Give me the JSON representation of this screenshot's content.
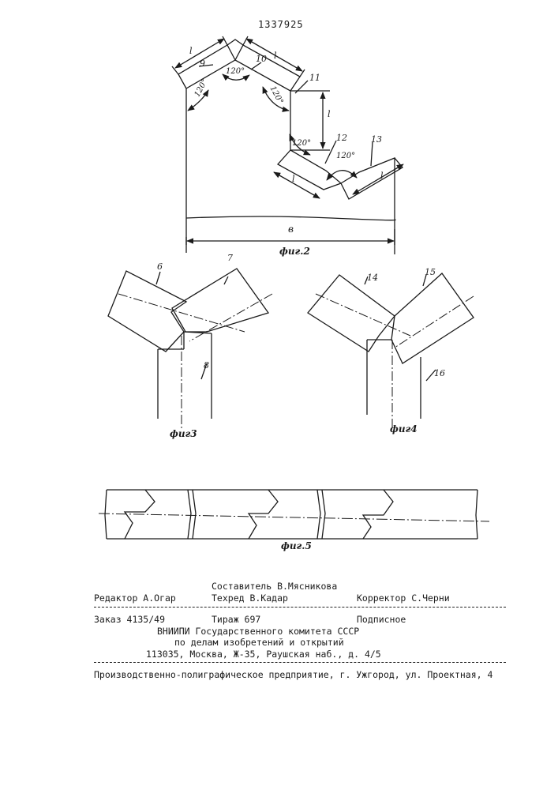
{
  "page_number": "1337925",
  "figures": {
    "fig2": {
      "caption": "фиг.2",
      "callouts": [
        "9",
        "10",
        "11",
        "12",
        "13"
      ],
      "length_label": "l",
      "width_label": "в",
      "angle_label": "120°"
    },
    "fig3": {
      "caption": "фиг3",
      "callouts": [
        "6",
        "7",
        "8"
      ]
    },
    "fig4": {
      "caption": "фиг4",
      "callouts": [
        "14",
        "15",
        "16"
      ]
    },
    "fig5": {
      "caption": "фиг.5"
    }
  },
  "colophon": {
    "compiler": "Составитель В.Мясникова",
    "editor": "Редактор А.Огар",
    "techred": "Техред В.Кадар",
    "corrector": "Корректор С.Черни",
    "order": "Заказ 4135/49",
    "circulation": "Тираж 697",
    "subscription": "Подписное",
    "org_line1": "ВНИИПИ Государственного комитета СССР",
    "org_line2": "по делам изобретений и открытий",
    "address": "113035, Москва, Ж-35, Раушская наб., д. 4/5",
    "printer": "Производственно-полиграфическое предприятие, г. Ужгород, ул. Проектная, 4"
  }
}
